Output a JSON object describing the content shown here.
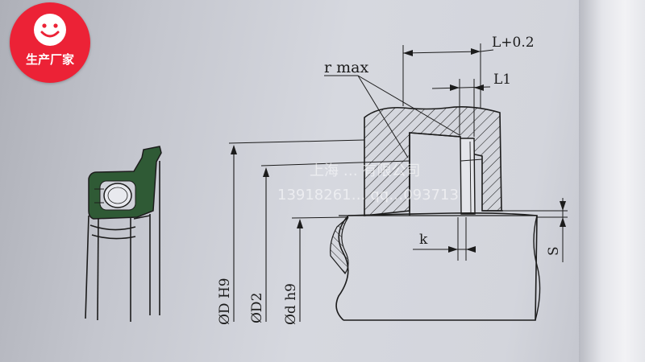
{
  "badge": {
    "label": "生产厂家",
    "icon": "smiley-face-icon",
    "color": "#ec2236"
  },
  "watermark": {
    "company": "上海 … 有限公司",
    "contact": "13918261… qq…093713"
  },
  "labels": {
    "r_max": "r max",
    "L_tol": "L+0.2",
    "L1": "L1",
    "k": "k",
    "S": "S",
    "D": "ØD H9",
    "D2": "ØD2",
    "d": "Ød h9"
  },
  "colors": {
    "seal_green": "#2f5a35",
    "line": "#1c1c1c"
  }
}
